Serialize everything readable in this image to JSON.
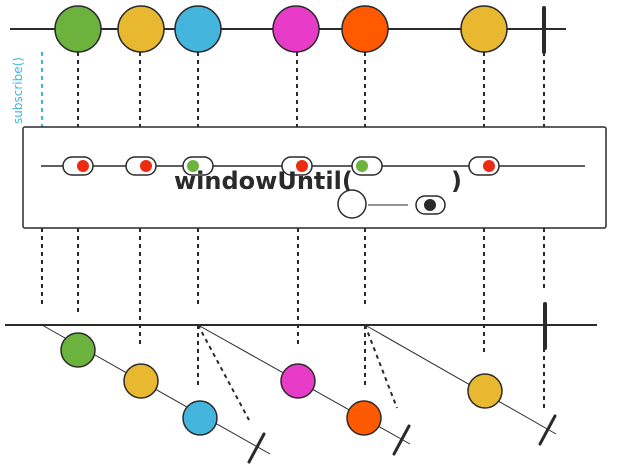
{
  "colors": {
    "ink": "#2a2a2a",
    "green": "#6cb33e",
    "yellow": "#e8b830",
    "blue": "#44b5dd",
    "magenta": "#e83cc8",
    "orange": "#ff5a00",
    "red": "#ee2a12",
    "subscribe": "#44b5dd",
    "black_dot": "#2a2a2a"
  },
  "labels": {
    "operator_name": "windowUntil(",
    "operator_close": ")",
    "subscribe": "subscribe()"
  },
  "source_items": [
    "green",
    "yellow",
    "blue",
    "magenta",
    "orange",
    "yellow"
  ],
  "predicate_results": [
    "red",
    "red",
    "green",
    "red",
    "green",
    "red"
  ],
  "windows": [
    {
      "items": [
        "green",
        "yellow",
        "blue"
      ]
    },
    {
      "items": [
        "magenta",
        "orange"
      ]
    },
    {
      "items": [
        "yellow"
      ]
    }
  ]
}
